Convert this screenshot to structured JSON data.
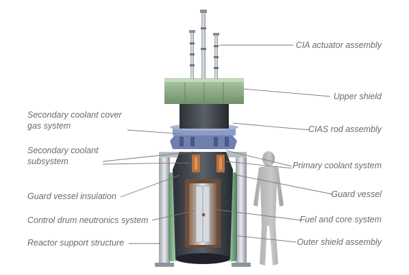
{
  "diagram": {
    "left_labels": [
      {
        "id": "secondary-cover-gas",
        "lines": [
          "Secondary coolant cover",
          "gas system"
        ]
      },
      {
        "id": "secondary-subsystem",
        "lines": [
          "Secondary coolant",
          "subsystem"
        ]
      },
      {
        "id": "guard-vessel-insulation",
        "lines": [
          "Guard vessel insulation"
        ]
      },
      {
        "id": "control-drum",
        "lines": [
          "Control drum neutronics system"
        ]
      },
      {
        "id": "reactor-support",
        "lines": [
          "Reactor support structure"
        ]
      }
    ],
    "right_labels": [
      {
        "id": "cia-actuator",
        "lines": [
          "CIA actuator assembly"
        ]
      },
      {
        "id": "upper-shield",
        "lines": [
          "Upper shield"
        ]
      },
      {
        "id": "cias-rod",
        "lines": [
          "CIAS rod assembly"
        ]
      },
      {
        "id": "primary-coolant",
        "lines": [
          "Primary coolant system"
        ]
      },
      {
        "id": "guard-vessel",
        "lines": [
          "Guard vessel"
        ]
      },
      {
        "id": "fuel-core",
        "lines": [
          "Fuel and core system"
        ]
      },
      {
        "id": "outer-shield",
        "lines": [
          "Outer shield assembly"
        ]
      }
    ],
    "colors": {
      "label_text": "#6a6a6a",
      "leader_line": "#7a7a7a",
      "upper_shield_green": "#8fb08a",
      "guard_vessel_green": "#7fae86",
      "support_frame": "#c9cdd2",
      "dark_vessel": "#3a3f47",
      "coolant_blue": "#6f7fb0",
      "copper": "#b8723e",
      "human_silhouette": "#b8b8b8"
    }
  }
}
